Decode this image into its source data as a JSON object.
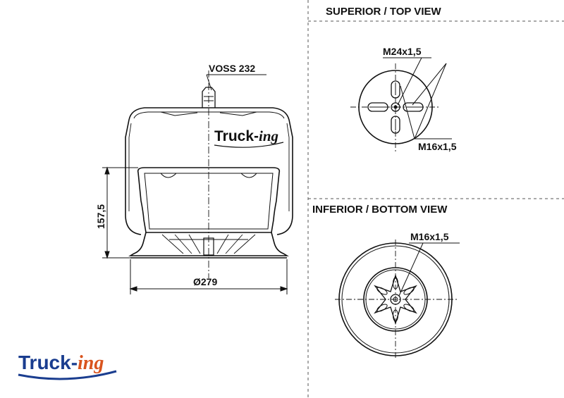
{
  "brand": {
    "main": "Truck-",
    "suffix": "ing",
    "main_color": "#1a3d8f",
    "suffix_color": "#d9541e"
  },
  "views": {
    "top_title": "SUPERIOR / TOP VIEW",
    "bottom_title": "INFERIOR / BOTTOM VIEW"
  },
  "labels": {
    "valve": "VOSS 232",
    "height": "157,5",
    "diameter": "Ø279",
    "top_thread_large": "M24x1,5",
    "top_thread_small": "M16x1,5",
    "bottom_thread": "M16x1,5"
  },
  "colors": {
    "line": "#111111",
    "divider": "#555555"
  }
}
